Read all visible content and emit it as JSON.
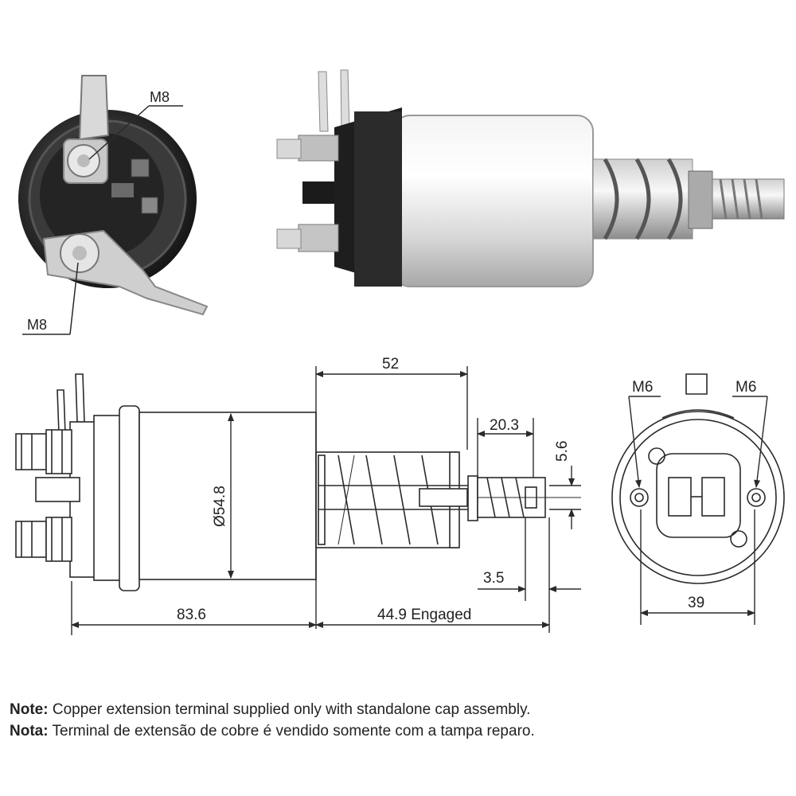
{
  "photo_labels": {
    "top_terminal": "M8",
    "bottom_terminal": "M8"
  },
  "dimensions": {
    "plunger_travel": "52",
    "diameter": "Ø54.8",
    "spring_length": "20.3",
    "rod_dia": "5.6",
    "tip": "3.5",
    "body_length": "83.6",
    "engaged_length": "44.9 Engaged",
    "cap_left_terminal": "M6",
    "cap_right_terminal": "M6",
    "cap_width": "39"
  },
  "notes": [
    {
      "label": "Note:",
      "text": "Copper extension terminal supplied only with standalone cap assembly."
    },
    {
      "label": "Nota:",
      "text": "Terminal de extensão de cobre é vendido somente com a tampa reparo."
    }
  ],
  "colors": {
    "line": "#2a2a2a",
    "body_light": "#e6e6e6",
    "body_dark": "#1e1e1e",
    "metal": "#bdbdbd"
  }
}
